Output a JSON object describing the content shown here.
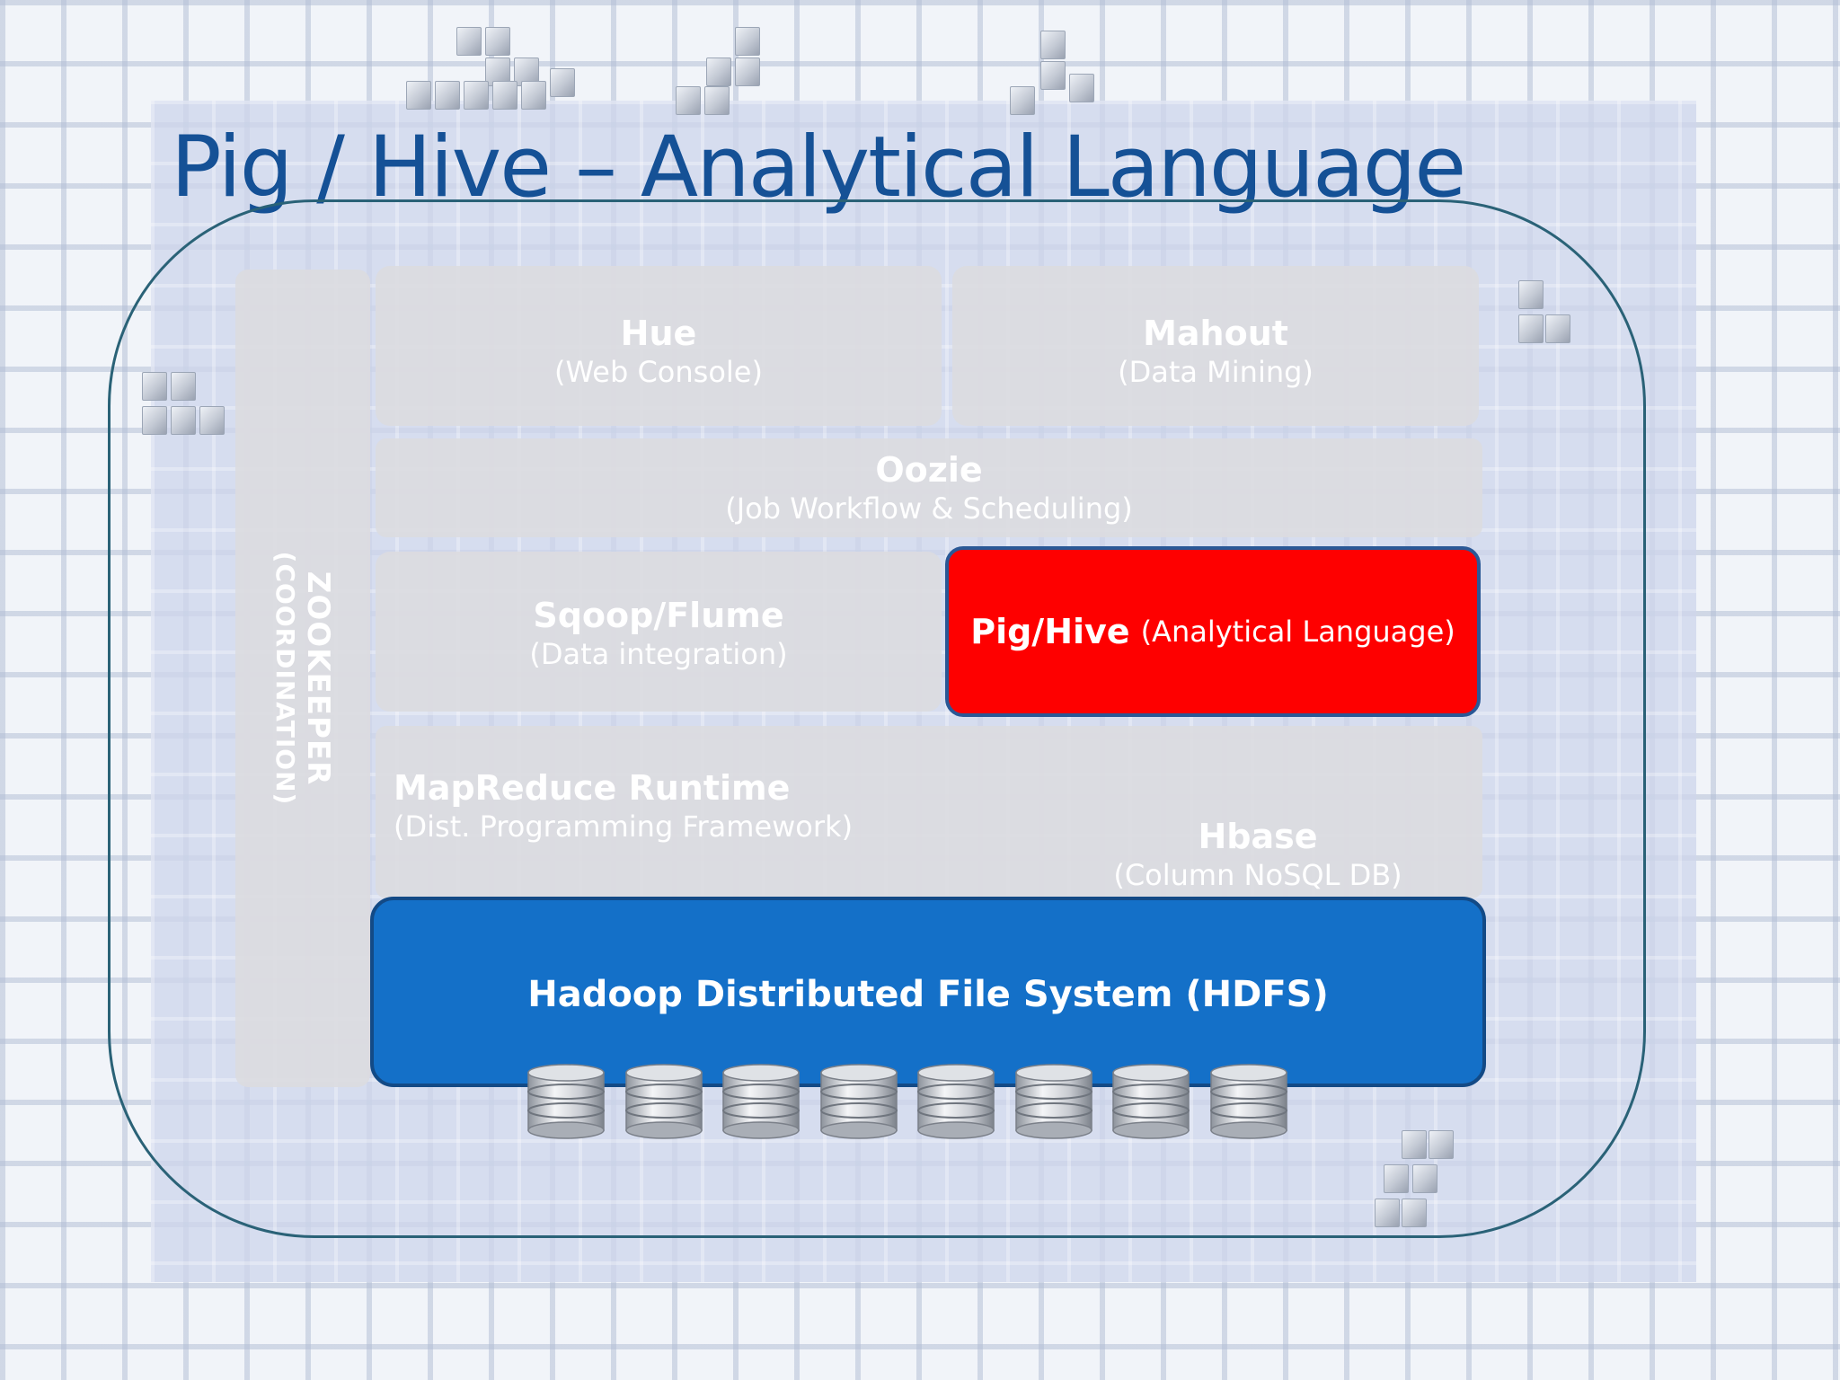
{
  "title": "Pig / Hive – Analytical Language",
  "diagram": {
    "zookeeper": {
      "name": "ZOOKEEPER",
      "desc": "(COORDINATION)"
    },
    "hue": {
      "name": "Hue",
      "desc": "(Web Console)"
    },
    "mahout": {
      "name": "Mahout",
      "desc": "(Data Mining)"
    },
    "oozie": {
      "name": "Oozie",
      "desc": "(Job Workflow & Scheduling)"
    },
    "sqoop": {
      "name": "Sqoop/Flume",
      "desc": "(Data integration)"
    },
    "pighive": {
      "name": "Pig/Hive",
      "desc": "(Analytical Language)"
    },
    "mapreduce": {
      "name": "MapReduce Runtime",
      "desc": "(Dist. Programming Framework)"
    },
    "hbase": {
      "name": "Hbase",
      "desc": "(Column NoSQL DB)"
    },
    "hdfs": {
      "name": "Hadoop Distributed File System (HDFS)"
    },
    "storage_icon": "database-disk-icon",
    "storage_icon_count": 8
  },
  "colors": {
    "title": "#155196",
    "block": "#dcdce0",
    "highlight": "#fe0000",
    "hdfs": "#1470c8",
    "outline": "#2a6277"
  }
}
